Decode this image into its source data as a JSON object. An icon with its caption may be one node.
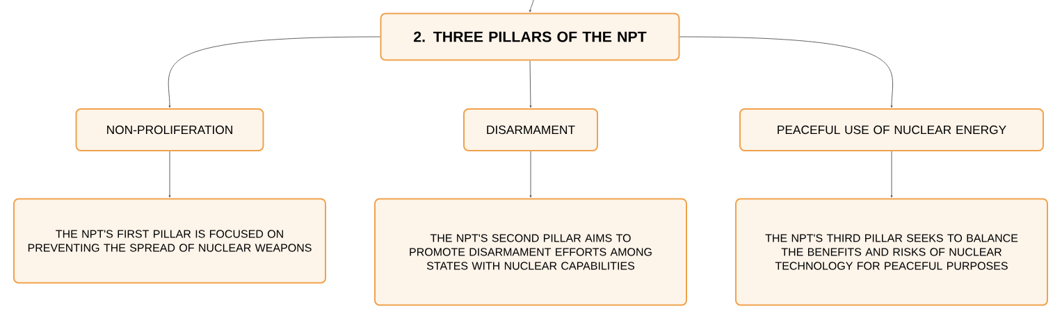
{
  "diagram": {
    "nodes": [
      {
        "text": [
          "2. THREE PILLARS OF THE NPT"
        ]
      },
      {
        "text": [
          "NON-PROLIFERATION"
        ]
      },
      {
        "text": [
          "DISARMAMENT"
        ]
      },
      {
        "text": [
          "PEACEFUL USE OF NUCLEAR ENERGY"
        ]
      },
      {
        "text": [
          "THE NPT'S FIRST PILLAR IS FOCUSED ON PREVENTING THE SPREAD OF NUCLEAR WEAPONS"
        ]
      },
      {
        "text": [
          "THE NPT'S SECOND PILLAR AIMS TO PROMOTE DISARMAMENT EFFORTS AMONG STATES WITH NUCLEAR CAPABILITIES"
        ]
      },
      {
        "text": [
          "THE NPT'S THIRD PILLAR SEEKS TO BALANCE THE BENEFITS AND RISKS OF NUCLEAR TECHNOLOGY FOR PEACEFUL PURPOSES"
        ]
      }
    ],
    "edges": [
      {
        "from": null,
        "to": 0,
        "arrow": "to"
      },
      {
        "from": 0,
        "to": 1,
        "arrow": "to"
      },
      {
        "from": 0,
        "to": 2,
        "arrow": "to"
      },
      {
        "from": 0,
        "to": 3,
        "arrow": "to"
      },
      {
        "from": 1,
        "to": 4,
        "arrow": "to"
      },
      {
        "from": 2,
        "to": 5,
        "arrow": "to"
      },
      {
        "from": 3,
        "to": 6,
        "arrow": "to"
      }
    ]
  }
}
